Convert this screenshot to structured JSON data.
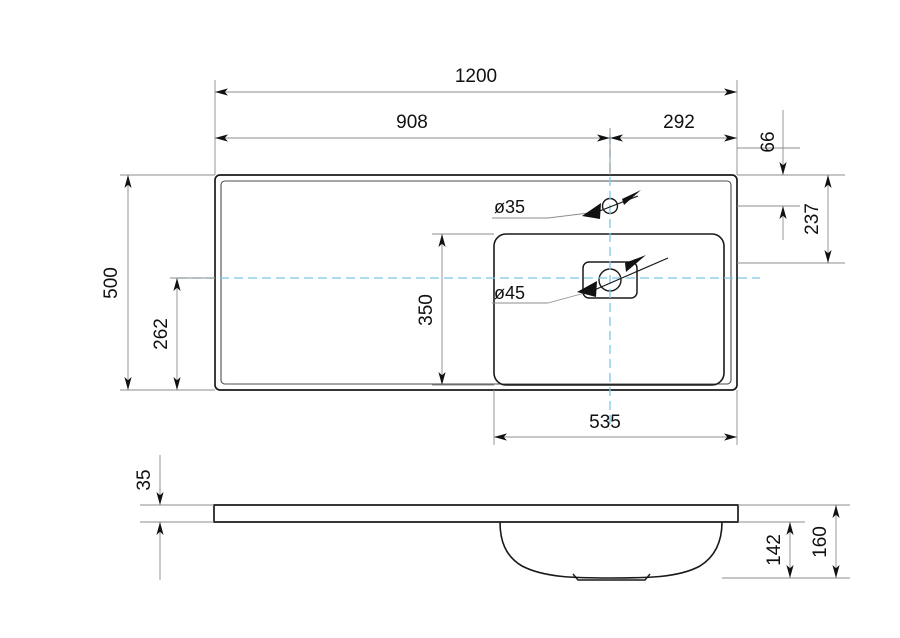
{
  "drawing": {
    "title": "Washbasin dimensional drawing",
    "units": "mm",
    "line_color": "#1a1a1a",
    "thin_line_color": "#8c8c8c",
    "center_line_color": "#7ec8e3",
    "background": "#ffffff"
  },
  "top_view": {
    "name": "top-view",
    "dimensions": {
      "overall_width": "1200",
      "left_segment": "908",
      "right_segment": "292",
      "overall_depth": "500",
      "center_offset_from_bottom": "262",
      "bowl_depth": "350",
      "bowl_offset_from_right_top": "66",
      "tap_hole_from_top": "237",
      "bowl_width_from_right": "535"
    },
    "callouts": {
      "tap_hole": "ø35",
      "drain_hole": "ø45"
    }
  },
  "side_view": {
    "name": "side-view",
    "dimensions": {
      "rim_thickness": "35",
      "bowl_depth": "142",
      "total_height": "160"
    }
  }
}
